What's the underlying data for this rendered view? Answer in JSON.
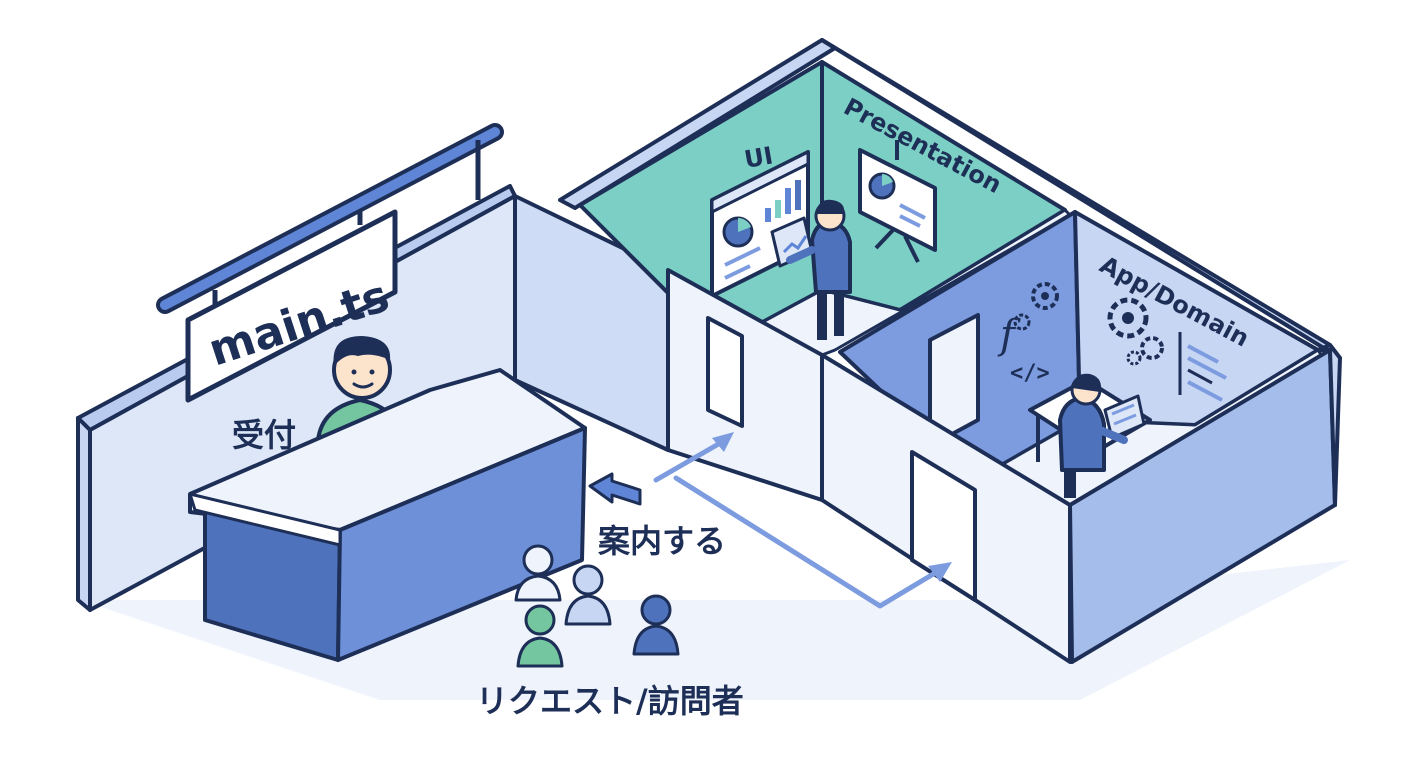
{
  "labels": {
    "sign": "main.ts",
    "reception": "受付",
    "guide": "案内する",
    "visitors": "リクエスト/訪問者",
    "room_ui": "UI",
    "room_presentation": "Presentation",
    "room_app_domain": "App/Domain"
  },
  "icons": {
    "function_symbol": "f",
    "code_symbol": "</>"
  },
  "colors": {
    "outline": "#1e2f57",
    "wall_light": "#e6eefb",
    "wall_mid": "#cfdcf5",
    "wall_blue": "#5f86d6",
    "room_teal": "#7ccfc5",
    "room_blue": "#7d9ce0",
    "person_green": "#74c6a0",
    "person_blue": "#4f72bd",
    "arrow": "#7d9ce0"
  }
}
